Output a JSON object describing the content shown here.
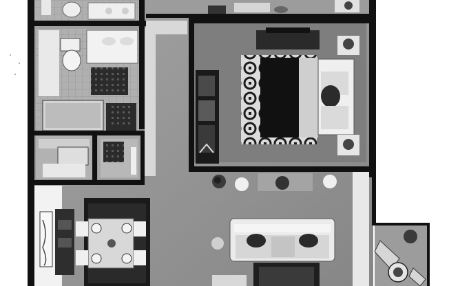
{
  "image": {
    "kind": "3D top-down floor plan render (grayscale)",
    "text_labels": []
  },
  "colors": {
    "background": "#ffffff",
    "wall": "#111111",
    "floor": "#8d8d8d",
    "wood_floor": "#9a9a9a",
    "rug_dark": "#2a2a2a",
    "furniture_light": "#e6e6e6",
    "furniture_mid": "#bdbdbd",
    "tile": "#b5b5b5"
  },
  "rooms": [
    {
      "name": "bathroom-top"
    },
    {
      "name": "bathroom"
    },
    {
      "name": "laundry"
    },
    {
      "name": "closet"
    },
    {
      "name": "bedroom"
    },
    {
      "name": "living-room"
    },
    {
      "name": "dining-area"
    },
    {
      "name": "balcony"
    }
  ]
}
